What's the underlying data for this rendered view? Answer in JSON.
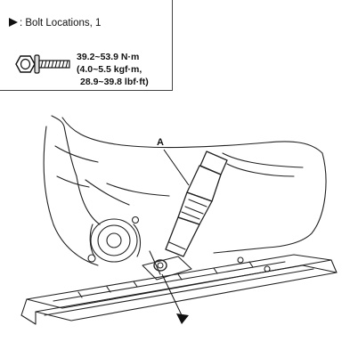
{
  "legend": {
    "title": ": Bolt Locations, 1",
    "torque_nm": "39.2~53.9 N·m",
    "torque_kgfm": "(4.0~5.5 kgf·m,",
    "torque_lbfft": "28.9~39.8 lbf·ft)"
  },
  "callouts": {
    "a": "A"
  },
  "icons": {
    "bolt": "hex-flange-bolt-icon",
    "arrow": "filled-arrowhead-icon"
  }
}
